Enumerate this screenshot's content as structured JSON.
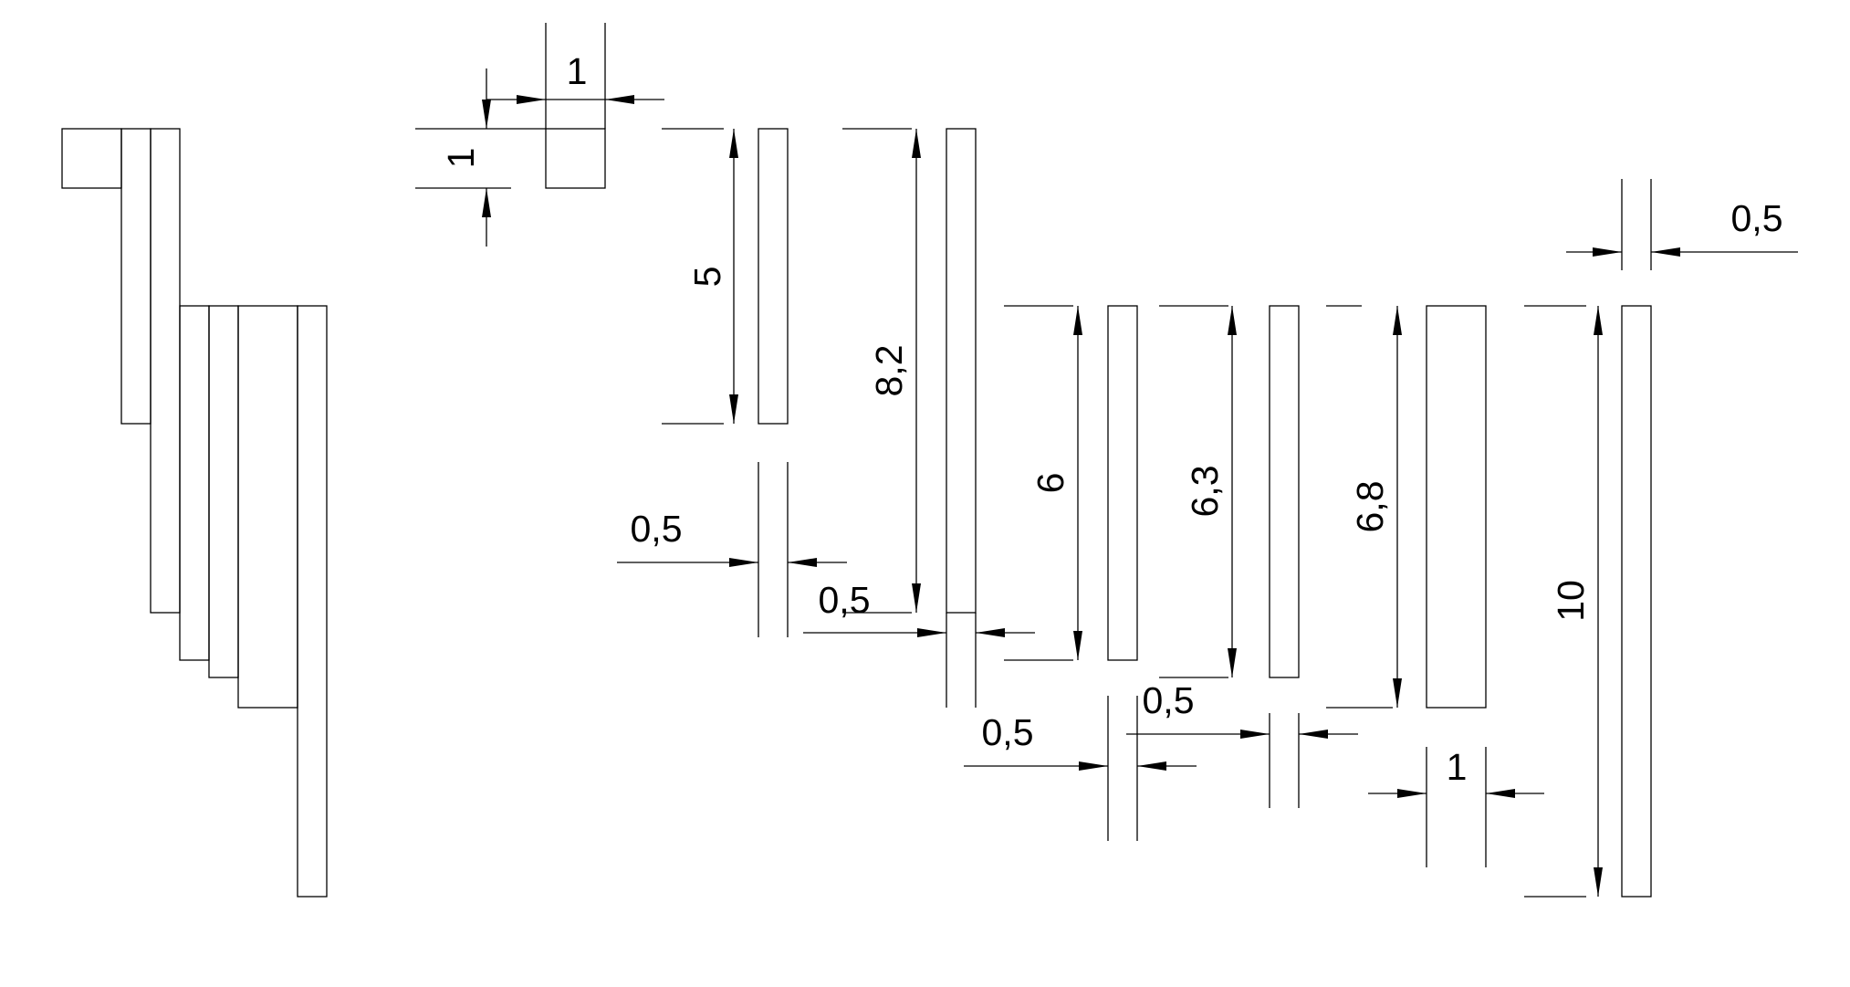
{
  "diagram": {
    "type": "technical-dimension-drawing",
    "dimensions": [
      {
        "id": "block-width",
        "label": "1",
        "value": 1
      },
      {
        "id": "block-height",
        "label": "1",
        "value": 1
      },
      {
        "id": "bar-a-length",
        "label": "5",
        "value": 5
      },
      {
        "id": "bar-a-width",
        "label": "0,5",
        "value": 0.5
      },
      {
        "id": "bar-b-length",
        "label": "8,2",
        "value": 8.2
      },
      {
        "id": "bar-b-width",
        "label": "0,5",
        "value": 0.5
      },
      {
        "id": "bar-c-length",
        "label": "6",
        "value": 6
      },
      {
        "id": "bar-c-width",
        "label": "0,5",
        "value": 0.5
      },
      {
        "id": "bar-d-length",
        "label": "6,3",
        "value": 6.3
      },
      {
        "id": "bar-d-width",
        "label": "0,5",
        "value": 0.5
      },
      {
        "id": "bar-e-length",
        "label": "6,8",
        "value": 6.8
      },
      {
        "id": "bar-e-width",
        "label": "1",
        "value": 1
      },
      {
        "id": "bar-f-length",
        "label": "10",
        "value": 10
      },
      {
        "id": "bar-f-width",
        "label": "0,5",
        "value": 0.5
      }
    ]
  }
}
